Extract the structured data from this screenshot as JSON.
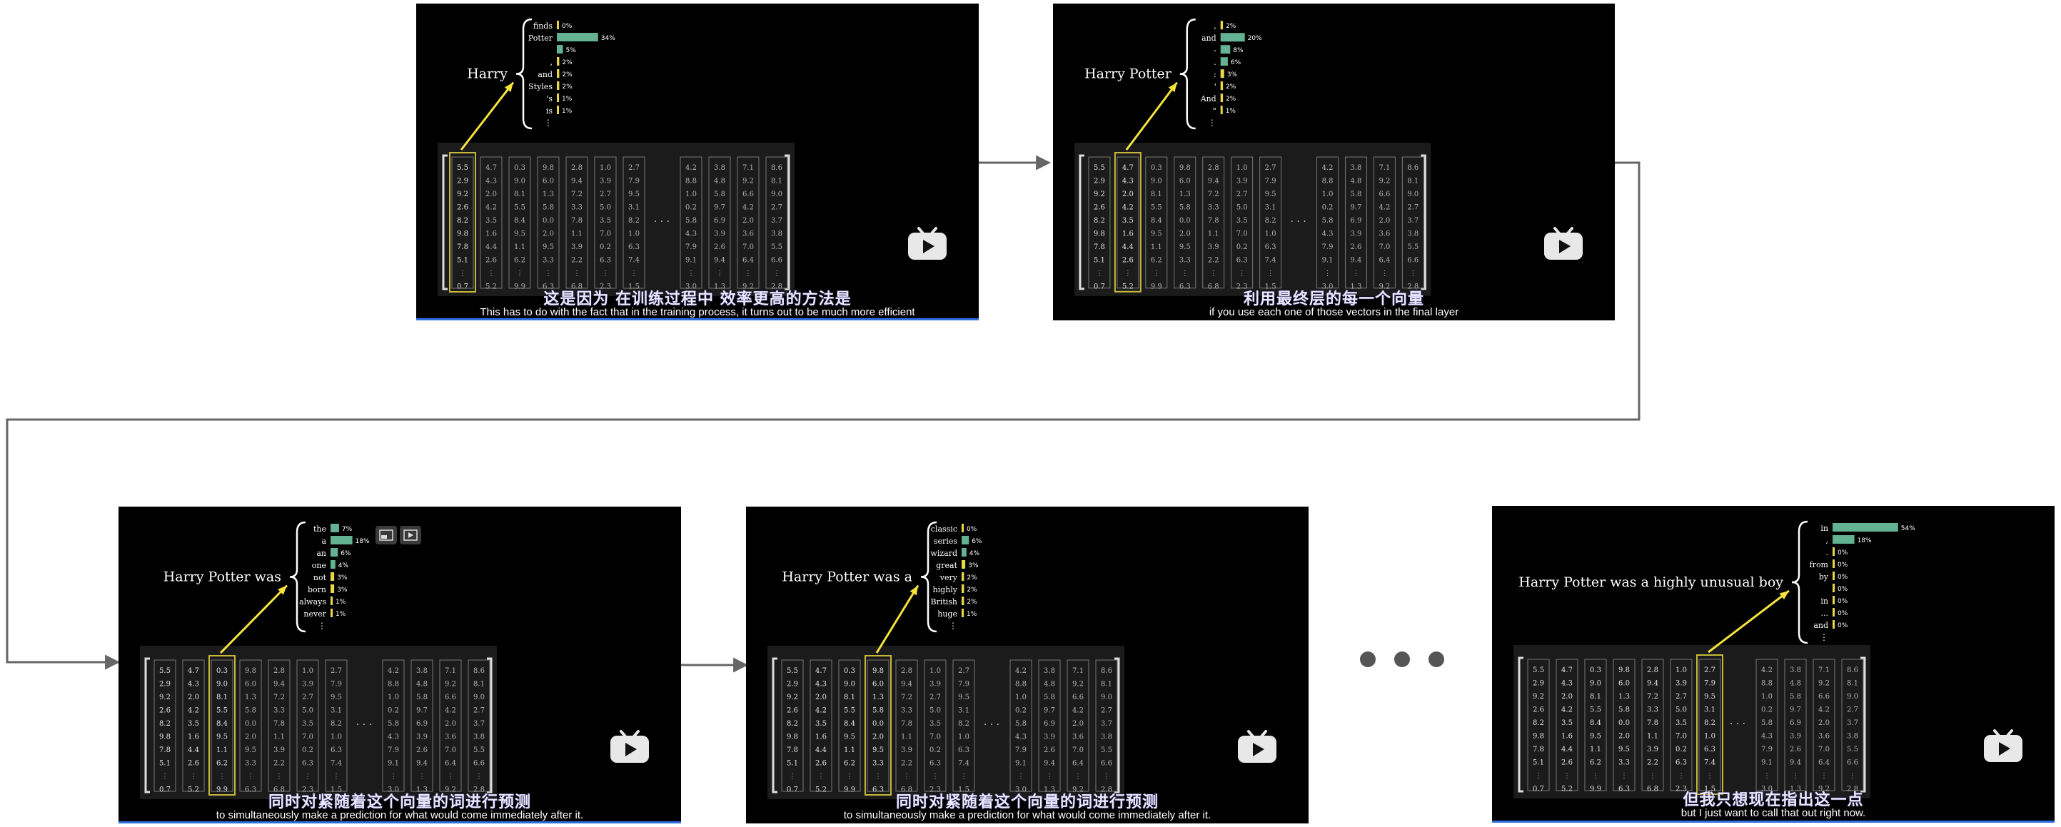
{
  "matrix": {
    "columns": [
      [
        "5.5",
        "2.9",
        "9.2",
        "2.6",
        "8.2",
        "9.8",
        "7.8",
        "5.1",
        "0.7"
      ],
      [
        "4.7",
        "4.3",
        "2.0",
        "4.2",
        "3.5",
        "1.6",
        "4.4",
        "2.6",
        "5.2"
      ],
      [
        "0.3",
        "9.0",
        "8.1",
        "5.5",
        "8.4",
        "9.5",
        "1.1",
        "6.2",
        "9.9"
      ],
      [
        "9.8",
        "6.0",
        "1.3",
        "5.8",
        "0.0",
        "2.0",
        "9.5",
        "3.3",
        "6.3"
      ],
      [
        "2.8",
        "9.4",
        "7.2",
        "3.3",
        "7.8",
        "1.1",
        "3.9",
        "2.2",
        "6.8"
      ],
      [
        "1.0",
        "3.9",
        "2.7",
        "5.0",
        "3.5",
        "7.0",
        "0.2",
        "6.3",
        "2.3"
      ],
      [
        "2.7",
        "7.9",
        "9.5",
        "3.1",
        "8.2",
        "1.0",
        "6.3",
        "7.4",
        "1.5"
      ],
      [
        "4.2",
        "8.8",
        "1.0",
        "0.2",
        "5.8",
        "4.3",
        "7.9",
        "9.1",
        "3.0"
      ],
      [
        "3.8",
        "4.8",
        "5.8",
        "9.7",
        "6.9",
        "3.9",
        "2.6",
        "9.4",
        "1.3"
      ],
      [
        "7.1",
        "9.2",
        "6.6",
        "4.2",
        "2.0",
        "3.6",
        "7.0",
        "6.4",
        "9.2"
      ],
      [
        "8.6",
        "8.1",
        "9.0",
        "2.7",
        "3.7",
        "3.8",
        "5.5",
        "6.6",
        "2.8"
      ]
    ],
    "ellipsis": "· · ·",
    "vdots": "⋮"
  },
  "panels": [
    {
      "label": "Harry",
      "highlight_col": 0,
      "predictions": [
        {
          "word": "finds",
          "pct": "0%",
          "frac": 0.0
        },
        {
          "word": "Potter",
          "pct": "34%",
          "frac": 0.34
        },
        {
          "word": "",
          "pct": "5%",
          "frac": 0.05
        },
        {
          "word": ",",
          "pct": "2%",
          "frac": 0.02
        },
        {
          "word": "and",
          "pct": "2%",
          "frac": 0.02
        },
        {
          "word": "Styles",
          "pct": "2%",
          "frac": 0.02
        },
        {
          "word": "'s",
          "pct": "1%",
          "frac": 0.01
        },
        {
          "word": "is",
          "pct": "1%",
          "frac": 0.01
        }
      ],
      "sub_zh": "这是因为  在训练过程中  效率更高的方法是",
      "sub_en": "This has to do with the fact that in the training process, it turns out to be much more efficient"
    },
    {
      "label": "Harry Potter",
      "highlight_col": 1,
      "predictions": [
        {
          "word": ",",
          "pct": "2%",
          "frac": 0.02
        },
        {
          "word": "and",
          "pct": "20%",
          "frac": 0.2
        },
        {
          "word": "-",
          "pct": "8%",
          "frac": 0.08
        },
        {
          "word": ".",
          "pct": "6%",
          "frac": 0.06
        },
        {
          "word": ":",
          "pct": "3%",
          "frac": 0.03
        },
        {
          "word": "'",
          "pct": "2%",
          "frac": 0.02
        },
        {
          "word": "And",
          "pct": "2%",
          "frac": 0.02
        },
        {
          "word": "\"",
          "pct": "1%",
          "frac": 0.01
        }
      ],
      "sub_zh": "利用最终层的每一个向量",
      "sub_en": "if you use each one of those vectors in the final layer"
    },
    {
      "label": "Harry Potter was",
      "highlight_col": 2,
      "predictions": [
        {
          "word": "the",
          "pct": "7%",
          "frac": 0.07
        },
        {
          "word": "a",
          "pct": "18%",
          "frac": 0.18
        },
        {
          "word": "an",
          "pct": "6%",
          "frac": 0.06
        },
        {
          "word": "one",
          "pct": "4%",
          "frac": 0.04
        },
        {
          "word": "not",
          "pct": "3%",
          "frac": 0.03
        },
        {
          "word": "born",
          "pct": "3%",
          "frac": 0.03
        },
        {
          "word": "always",
          "pct": "1%",
          "frac": 0.01
        },
        {
          "word": "never",
          "pct": "1%",
          "frac": 0.01
        }
      ],
      "sub_zh": "同时对紧随着这个向量的词进行预测",
      "sub_en": "to simultaneously make a prediction for what would come immediately after it."
    },
    {
      "label": "Harry Potter was a",
      "highlight_col": 3,
      "predictions": [
        {
          "word": "classic",
          "pct": "0%",
          "frac": 0.0
        },
        {
          "word": "series",
          "pct": "6%",
          "frac": 0.06
        },
        {
          "word": "wizard",
          "pct": "4%",
          "frac": 0.04
        },
        {
          "word": "great",
          "pct": "3%",
          "frac": 0.03
        },
        {
          "word": "very",
          "pct": "2%",
          "frac": 0.02
        },
        {
          "word": "highly",
          "pct": "2%",
          "frac": 0.02
        },
        {
          "word": "British",
          "pct": "2%",
          "frac": 0.02
        },
        {
          "word": "huge",
          "pct": "1%",
          "frac": 0.01
        }
      ],
      "sub_zh": "同时对紧随着这个向量的词进行预测",
      "sub_en": "to simultaneously make a prediction for what would come immediately after it."
    },
    {
      "label": "Harry Potter was a highly unusual boy",
      "highlight_col": 6,
      "predictions": [
        {
          "word": "in",
          "pct": "54%",
          "frac": 0.54
        },
        {
          "word": ",",
          "pct": "18%",
          "frac": 0.18
        },
        {
          "word": ".",
          "pct": "0%",
          "frac": 0.0
        },
        {
          "word": "from",
          "pct": "0%",
          "frac": 0.0
        },
        {
          "word": "by",
          "pct": "0%",
          "frac": 0.0
        },
        {
          "word": "",
          "pct": "0%",
          "frac": 0.0
        },
        {
          "word": "in",
          "pct": "0%",
          "frac": 0.0
        },
        {
          "word": "...",
          "pct": "0%",
          "frac": 0.0
        },
        {
          "word": "and",
          "pct": "0%",
          "frac": 0.0
        }
      ],
      "sub_zh": "但我只想现在指出这一点",
      "sub_en": "but I just want to call that out right now."
    }
  ],
  "colors": {
    "highlight_box": "#c8b83a",
    "arrow": "#f5e33b",
    "bar_high": "#63b393",
    "bar_low": "#e8d84a",
    "subtitle_zh": "#e9e6ff",
    "progress": "#2f6ee0",
    "connector": "#666666",
    "dots": "#555555"
  },
  "icons": [
    "bilibili-tv-icon",
    "picture-in-picture-icon",
    "add-to-playlist-icon"
  ]
}
